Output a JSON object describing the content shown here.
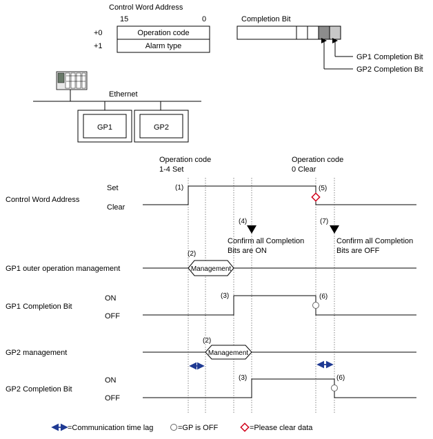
{
  "register": {
    "title": "Control Word Address",
    "bit_high": "15",
    "bit_low": "0",
    "rows": [
      {
        "offset": "+0",
        "label": "Operation code"
      },
      {
        "offset": "+1",
        "label": "Alarm type"
      }
    ]
  },
  "completion": {
    "title": "Completion Bit",
    "gp1_label": "GP1 Completion Bit",
    "gp2_label": "GP2 Completion Bit",
    "colors": {
      "gp1": "#c8c8c8",
      "gp2": "#8c8c8c"
    }
  },
  "network": {
    "label": "Ethernet",
    "devices": [
      "GP1",
      "GP2"
    ]
  },
  "timing": {
    "header_left": [
      "Operation code",
      "1-4 Set"
    ],
    "header_right": [
      "Operation code",
      "0 Clear"
    ],
    "signals": {
      "cwa": {
        "name": "Control Word Address",
        "high": "Set",
        "low": "Clear"
      },
      "gp1_mgmt": {
        "name": "GP1 outer operation management",
        "box": "Management"
      },
      "gp1_bit": {
        "name": "GP1 Completion Bit",
        "high": "ON",
        "low": "OFF"
      },
      "gp2_mgmt": {
        "name": "GP2 management",
        "box": "Management"
      },
      "gp2_bit": {
        "name": "GP2 Completion Bit",
        "high": "ON",
        "low": "OFF"
      }
    },
    "steps": {
      "s1": "(1)",
      "s2": "(2)",
      "s3": "(3)",
      "s4": "(4)",
      "s5": "(5)",
      "s6": "(6)",
      "s7": "(7)"
    },
    "confirm_on": [
      "Confirm all Completion",
      "Bits are ON"
    ],
    "confirm_off": [
      "Confirm all Completion",
      "Bits are OFF"
    ]
  },
  "legend": {
    "lag": "=Communication time lag",
    "off": "=GP is OFF",
    "clear": "=Please clear data",
    "colors": {
      "lag": "#1f3a93",
      "clear": "#d0021b"
    }
  }
}
